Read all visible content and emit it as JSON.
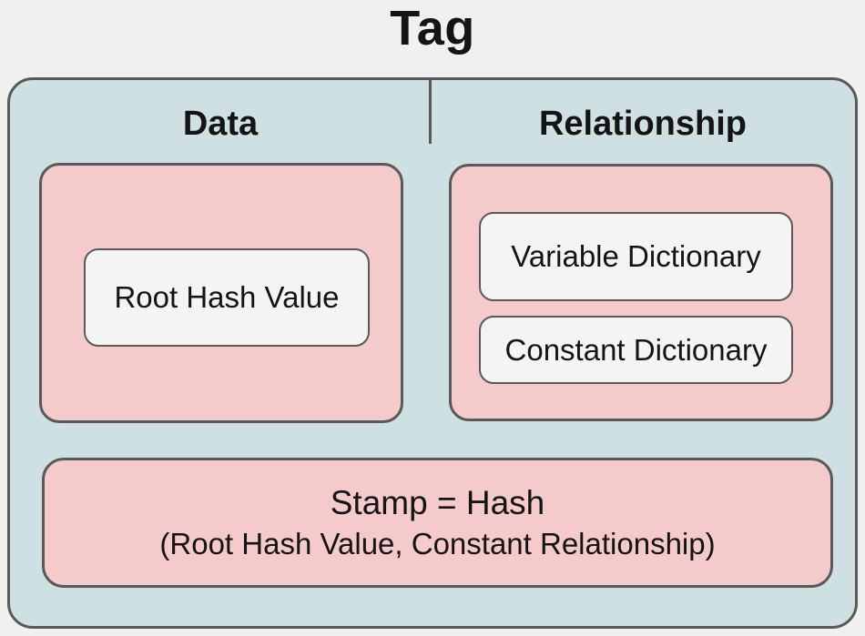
{
  "title": "Tag",
  "sections": {
    "data": {
      "label": "Data",
      "items": [
        {
          "label": "Root Hash Value"
        }
      ]
    },
    "relationship": {
      "label": "Relationship",
      "items": [
        {
          "label": "Variable Dictionary"
        },
        {
          "label": "Constant Dictionary"
        }
      ]
    }
  },
  "stamp": {
    "line1": "Stamp = Hash",
    "line2": "(Root Hash Value, Constant Relationship)"
  },
  "colors": {
    "background": "#f0f0f0",
    "container_fill": "#cfe0e2",
    "panel_fill": "#f5caca",
    "item_fill": "#f4f4f4",
    "border": "#595959",
    "text": "#141414"
  }
}
